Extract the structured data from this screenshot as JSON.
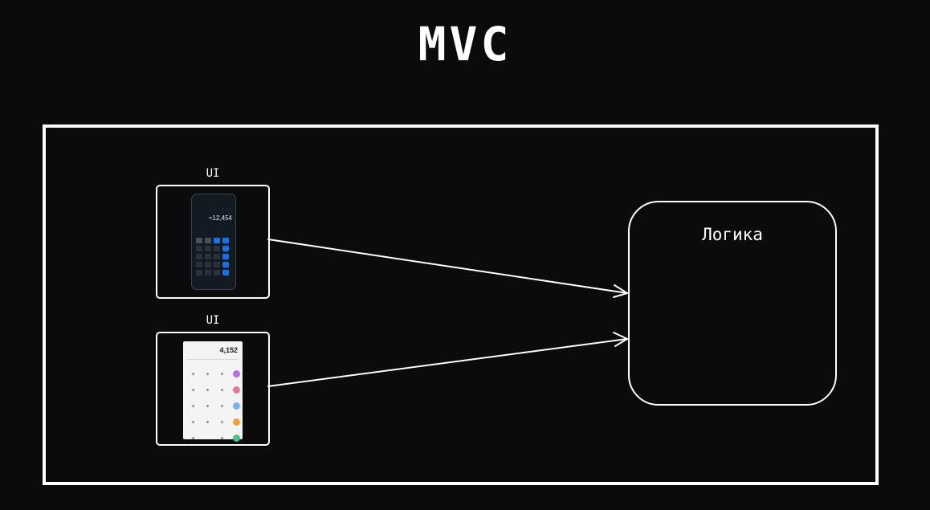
{
  "title": "MVC",
  "ui_label_top": "UI",
  "ui_label_bottom": "UI",
  "logic_label": "Логика",
  "dark_phone_value": "≈12,454",
  "light_phone_value": "4,152",
  "colors": {
    "background": "#0b0b0b",
    "stroke": "#ffffff",
    "dark_key_accent": "#1d6fd9"
  }
}
